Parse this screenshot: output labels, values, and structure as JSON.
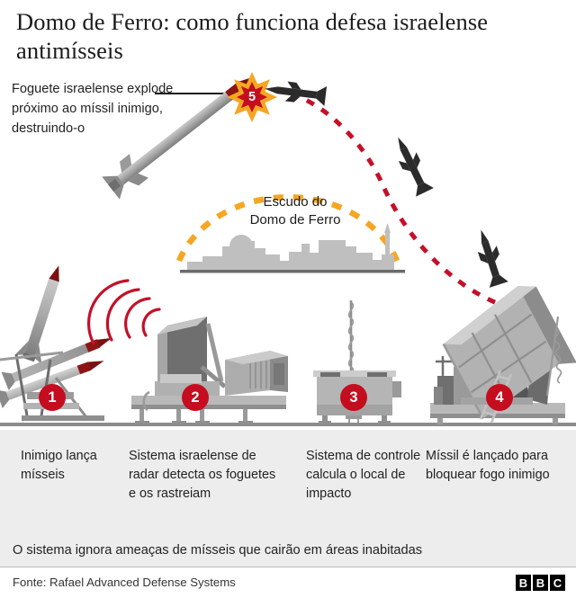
{
  "title": "Domo de Ferro: como funciona defesa israelense antimísseis",
  "annotation": {
    "text": "Foguete israelense explode próximo ao míssil inimigo, destruindo-o"
  },
  "dome": {
    "label_line1": "Escudo do",
    "label_line2": "Domo de Ferro"
  },
  "badges": {
    "one": "1",
    "two": "2",
    "three": "3",
    "four": "4",
    "five": "5"
  },
  "captions": [
    {
      "id": "enemy-launch",
      "text": "Inimigo lança mísseis"
    },
    {
      "id": "radar-detect",
      "text": "Sistema israelense de radar detecta os foguetes e os rastreiam"
    },
    {
      "id": "control-system",
      "text": "Sistema de controle calcula o local de impacto"
    },
    {
      "id": "interceptor-launch",
      "text": "Míssil é lançado para bloquear fogo inimigo"
    }
  ],
  "footer_note": "O sistema ignora ameaças de mísseis que cairão em áreas inabitadas",
  "source": "Fonte: Rafael Advanced Defense Systems",
  "logo": {
    "b1": "B",
    "b2": "B",
    "c": "C"
  },
  "colors": {
    "accent_red": "#c40d1e",
    "dome_orange": "#f5a623",
    "trajectory_red": "#c4102a",
    "band_grey": "#ededed",
    "equipment_grey": "#a8a8a8",
    "skyline_grey": "#bfbfbf",
    "interceptor_black": "#2b2b2b"
  }
}
